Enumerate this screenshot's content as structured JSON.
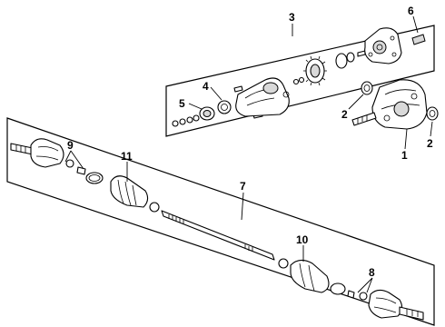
{
  "callouts": {
    "c1": "1",
    "c2a": "2",
    "c2b": "2",
    "c3": "3",
    "c4": "4",
    "c5": "5",
    "c6": "6",
    "c7": "7",
    "c8": "8",
    "c9": "9",
    "c10": "10",
    "c11": "11"
  }
}
